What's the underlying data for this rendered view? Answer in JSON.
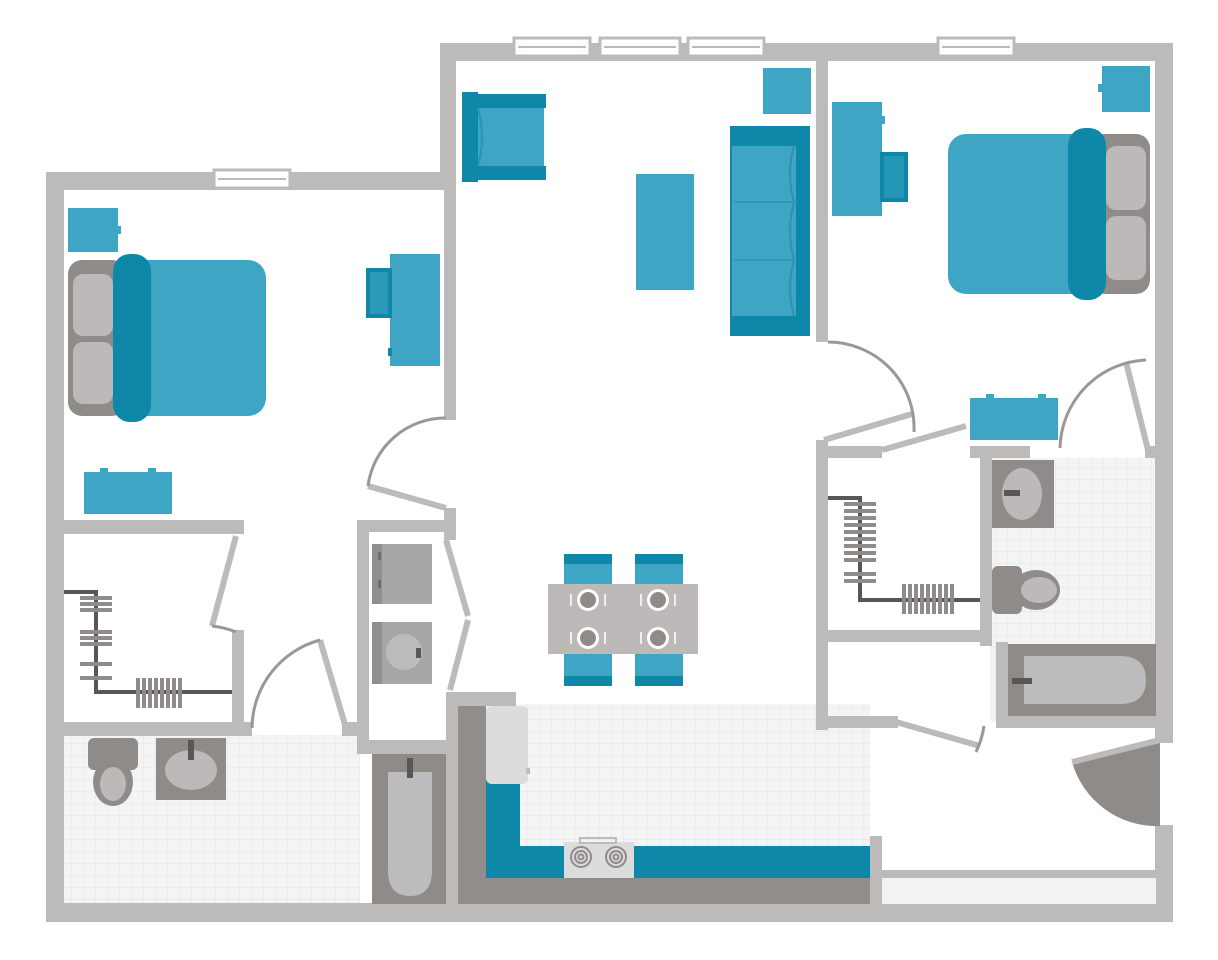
{
  "plan": {
    "type": "floor-plan",
    "rooms": [
      "living-room",
      "bedroom-left",
      "bedroom-right",
      "bathroom-left",
      "bathroom-right",
      "kitchen",
      "laundry",
      "closet-left",
      "closet-right",
      "entry"
    ],
    "labels_shown": false
  },
  "colors": {
    "wall": "#bdbaba",
    "furniture": "#3ea6c4",
    "furniture_dark": "#0f87a9",
    "fixture": "#8f8b89",
    "fixture_light": "#bcb9b8",
    "fixture_pale": "#dcdcdc",
    "tile": "#f2f2f2",
    "tile_line": "#e2e2e2",
    "pipe": "#575757",
    "counter": "#918d8a"
  },
  "icons": [
    "bed",
    "nightstand",
    "desk",
    "chair",
    "sofa",
    "armchair",
    "coffee-table",
    "dining-table",
    "toilet",
    "sink",
    "bathtub",
    "stove",
    "refrigerator",
    "washer",
    "dryer",
    "radiator",
    "window",
    "door"
  ]
}
